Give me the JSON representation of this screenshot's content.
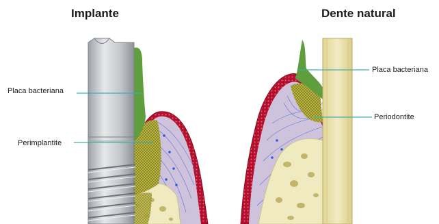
{
  "titles": {
    "left": "Implante",
    "right": "Dente natural"
  },
  "labels": {
    "left_plaque": "Placa bacteriana",
    "left_disease": "Perimplantite",
    "right_plaque": "Placa bacteriana",
    "right_disease": "Periodontite"
  },
  "colors": {
    "implant_metal": "#c9ccd0",
    "gingiva_border": "#b3102e",
    "gingiva_fill": "#cfc2dc",
    "plaque": "#5f9e3c",
    "inflamed_tissue": "#b8b440",
    "bone": "#efeac0",
    "tooth_root": "#ece1a9",
    "leader_line": "#3fb0a8",
    "fibers": "#3c63c8"
  }
}
